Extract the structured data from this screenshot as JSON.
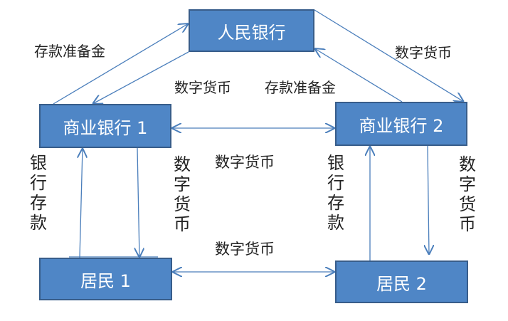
{
  "nodes": {
    "pboc": "人民银行",
    "cb1": "商业银行 1",
    "cb2": "商业银行 2",
    "r1": "居民 1",
    "r2": "居民 2"
  },
  "labels": {
    "reserve_left": "存款准备金",
    "digital_left": "数字货币",
    "reserve_right": "存款准备金",
    "digital_right": "数字货币",
    "digital_banks": "数字货币",
    "digital_residents": "数字货币",
    "deposit_left": "银行存款",
    "digital_left_vertical": "数字货币",
    "deposit_right": "银行存款",
    "digital_right_vertical": "数字货币"
  },
  "colors": {
    "node_fill": "#4f86c6",
    "node_border": "#385d8a",
    "arrow": "#4a7ebb"
  }
}
